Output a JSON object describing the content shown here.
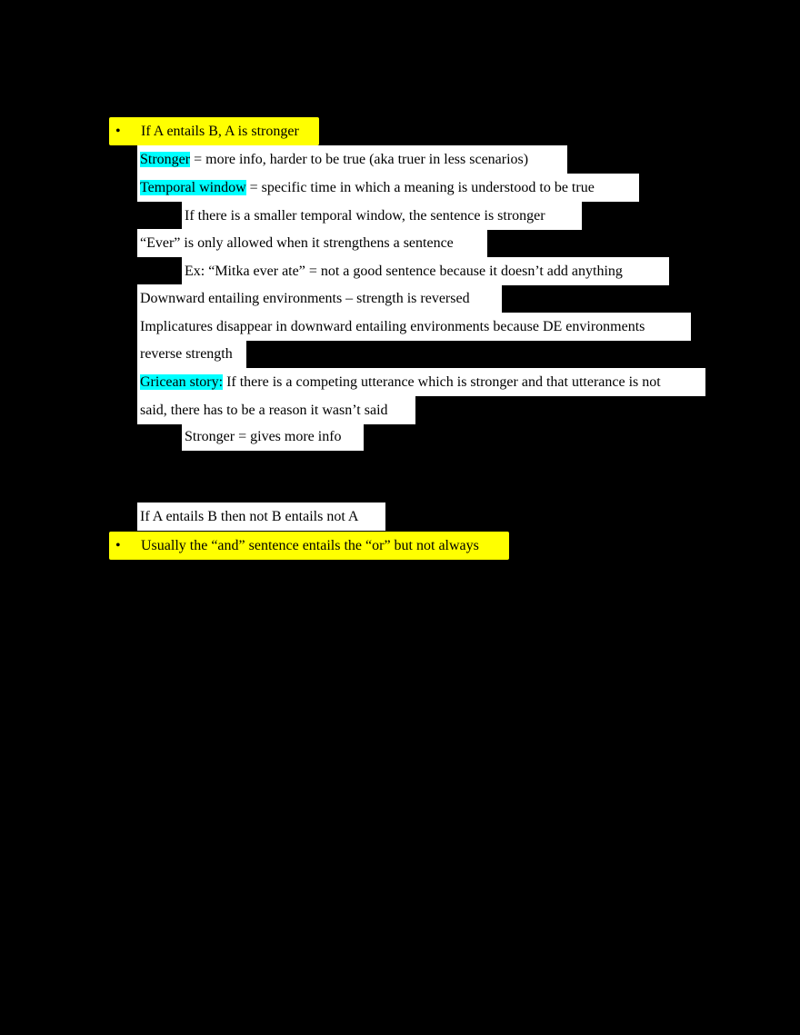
{
  "document": {
    "lines": [
      {
        "bullet": "•",
        "text": "If A entails B, A is stronger"
      },
      {
        "highlight": "Stronger",
        "text": " = more info, harder to be true (aka truer in less scenarios)"
      },
      {
        "highlight": "Temporal window",
        "text": " = specific time in which a meaning is understood to be true"
      },
      {
        "text": "If there is a smaller temporal window, the sentence is stronger"
      },
      {
        "text": "“Ever” is only allowed when it strengthens a sentence"
      },
      {
        "text": "Ex: “Mitka ever ate” = not a good sentence because it doesn’t add anything"
      },
      {
        "text": "Downward entailing environments – strength is reversed"
      },
      {
        "text": "Implicatures disappear in downward entailing environments because DE environments"
      },
      {
        "text": "reverse strength"
      },
      {
        "highlight": "Gricean story:",
        "text": " If there is a competing utterance which is stronger and that utterance is not"
      },
      {
        "text": "said, there has to be a reason it wasn’t said"
      },
      {
        "text": "Stronger = gives more info"
      },
      {
        "text": "If A entails B then not B entails not A"
      },
      {
        "bullet": "•",
        "text": "Usually the “and” sentence entails the “or” but not always"
      }
    ]
  },
  "colors": {
    "yellow_highlight": "#ffff00",
    "cyan_highlight": "#00ffff",
    "background": "#000000"
  }
}
